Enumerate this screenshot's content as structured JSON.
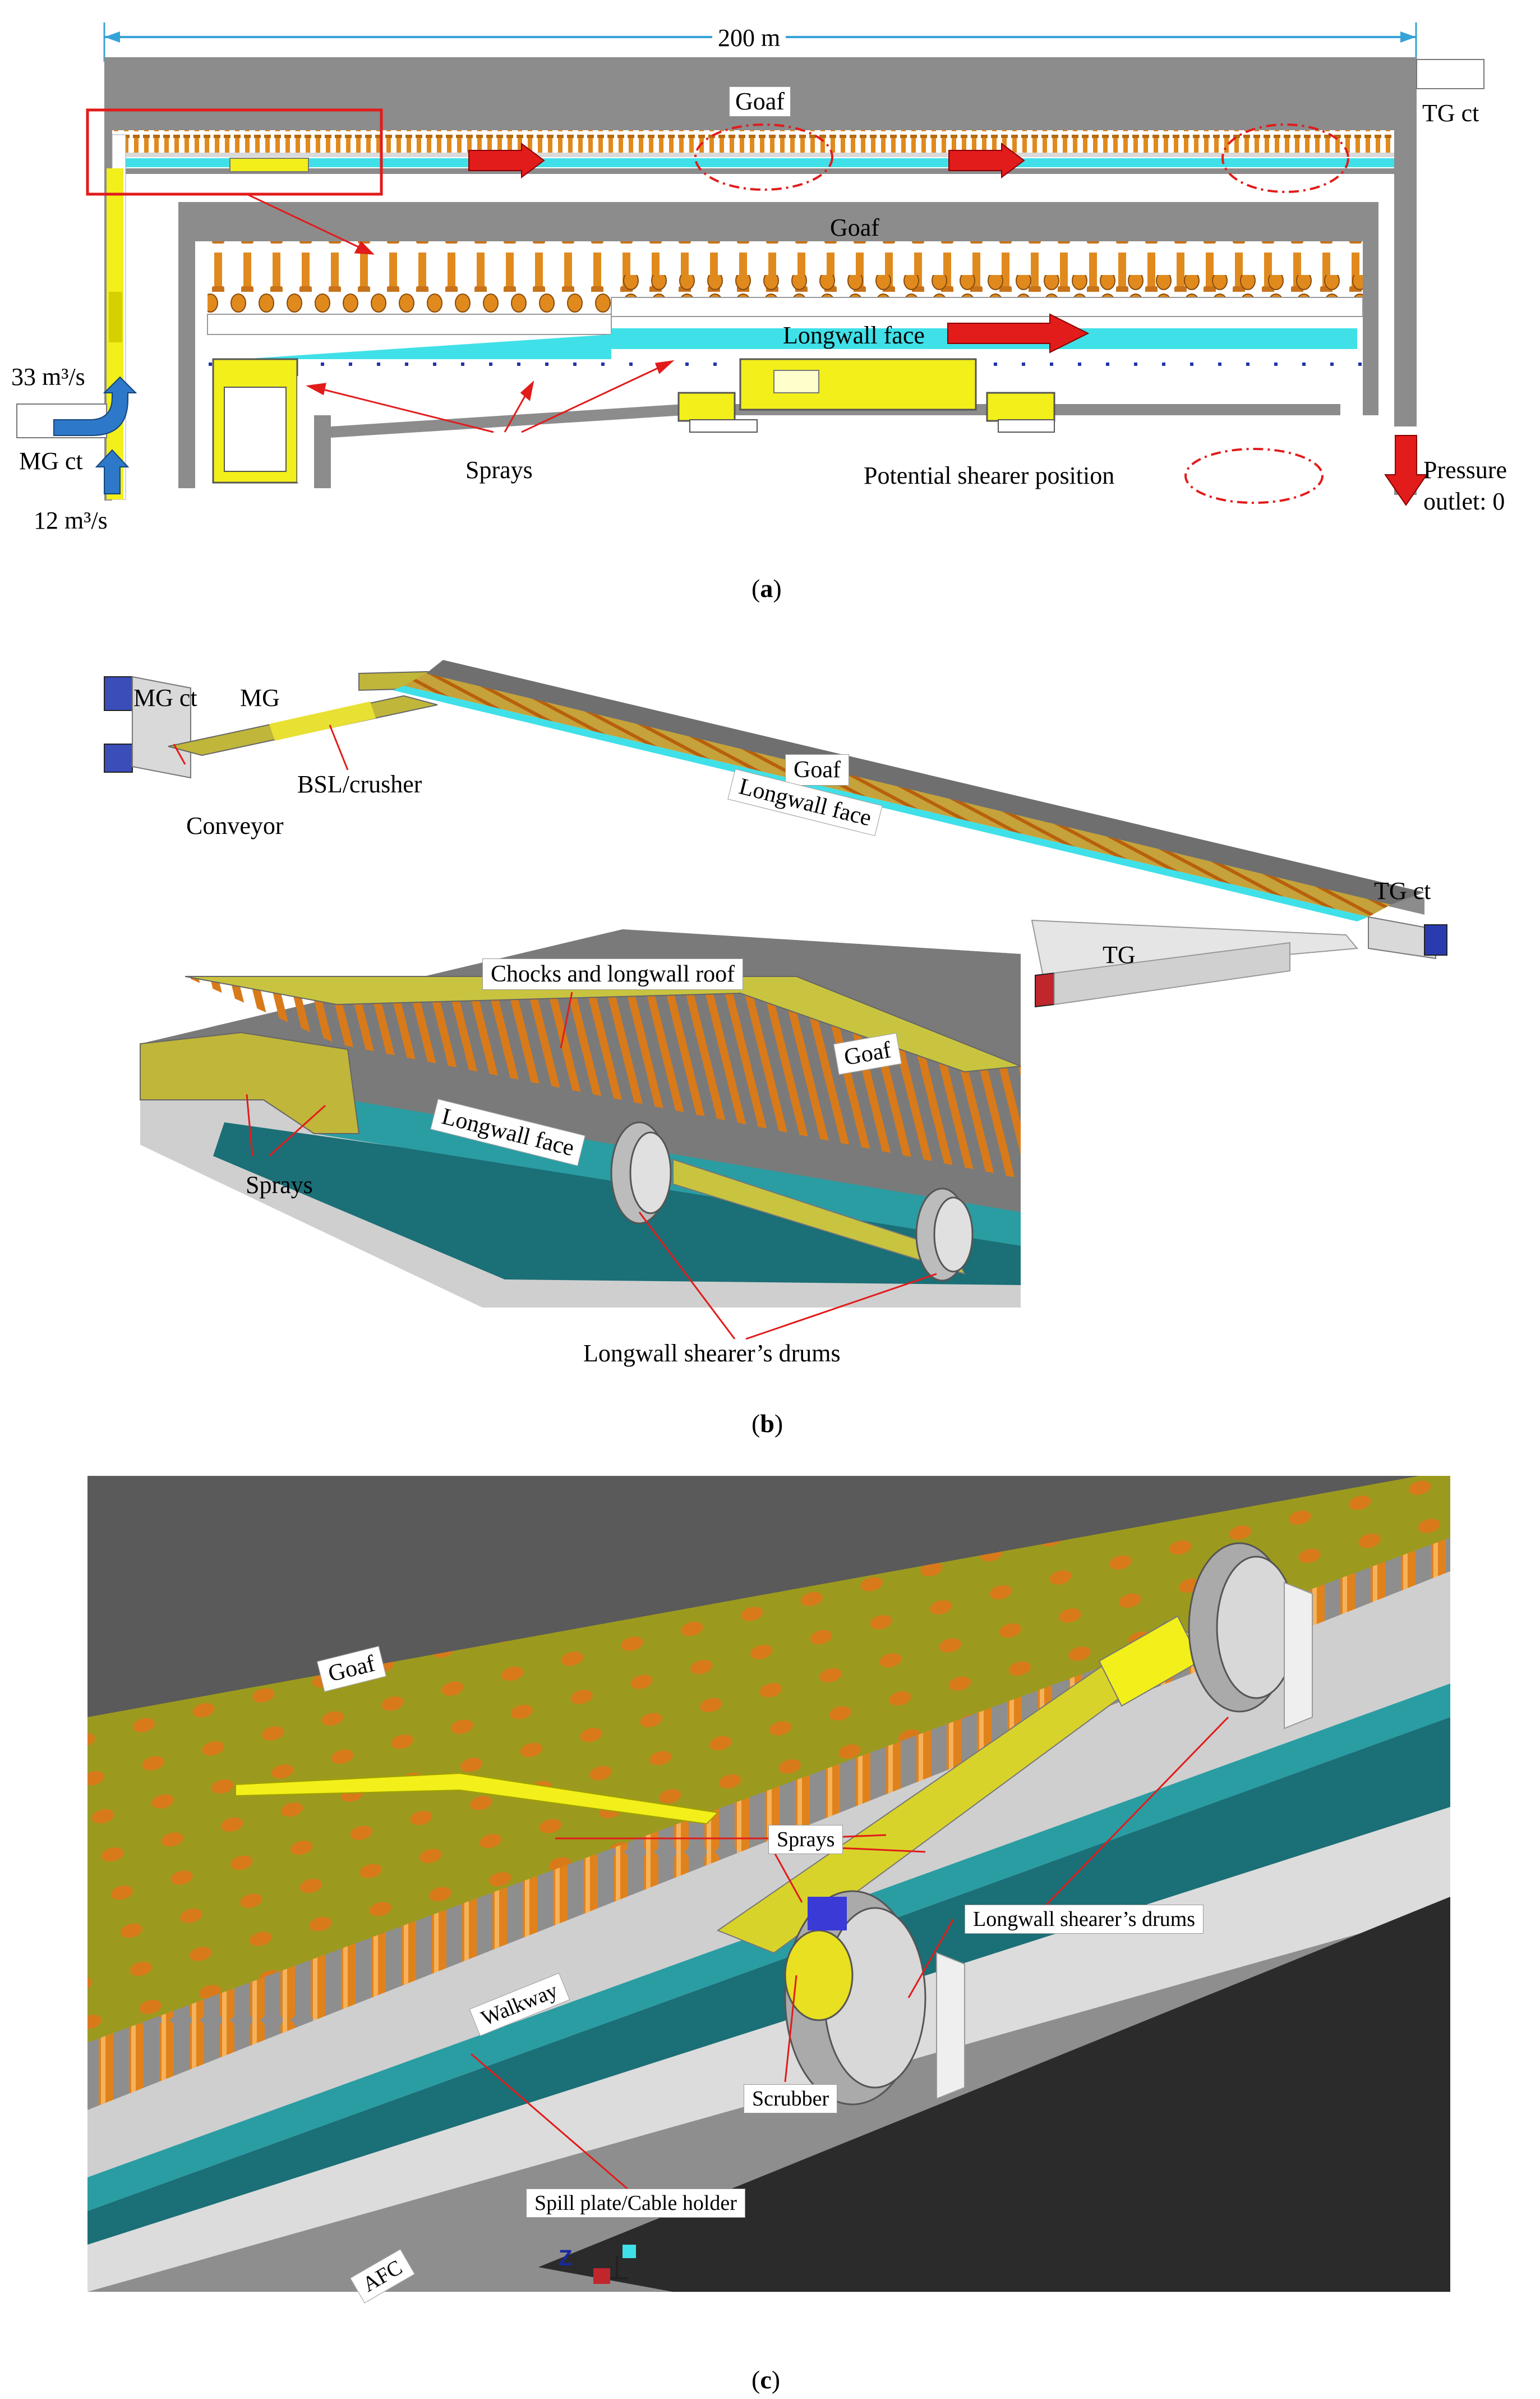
{
  "panel_a": {
    "caption_letter": "a",
    "dimension": "200 m",
    "labels": {
      "goaf_top": "Goaf",
      "tg_ct": "TG ct",
      "goaf_inset": "Goaf",
      "longwall_face": "Longwall face",
      "flow_33": "33 m³/s",
      "mg_ct": "MG ct",
      "flow_12": "12 m³/s",
      "sprays": "Sprays",
      "potential_shearer": "Potential shearer position",
      "pressure_outlet_1": "Pressure",
      "pressure_outlet_2": "outlet: 0"
    }
  },
  "panel_b": {
    "caption_letter": "b",
    "labels": {
      "mg_ct": "MG ct",
      "mg": "MG",
      "bsl_crusher": "BSL/crusher",
      "conveyor": "Conveyor",
      "goaf": "Goaf",
      "longwall_face": "Longwall face",
      "tg_ct": "TG ct",
      "tg": "TG",
      "chocks_roof": "Chocks and longwall roof",
      "goaf_detail": "Goaf",
      "longwall_face_detail": "Longwall face",
      "sprays": "Sprays",
      "shearer_drums": "Longwall shearer’s drums"
    }
  },
  "panel_c": {
    "caption_letter": "c",
    "labels": {
      "goaf": "Goaf",
      "sprays": "Sprays",
      "shearer_drums": "Longwall shearer’s drums",
      "walkway": "Walkway",
      "scrubber": "Scrubber",
      "spill_plate": "Spill plate/Cable holder",
      "afc": "AFC",
      "axis_z": "Z"
    }
  },
  "colors": {
    "rock_grey": "#8c8c8c",
    "chock_orange": "#e08a1e",
    "olive_roof": "#9a9a1c",
    "face_cyan": "#40e0e8",
    "afc_teal": "#1d7f86",
    "shearer_yellow": "#f2ef1a",
    "arrow_red": "#e21b1b",
    "arrow_blue": "#2e78c9",
    "dim_cyan": "#36a3d8"
  }
}
